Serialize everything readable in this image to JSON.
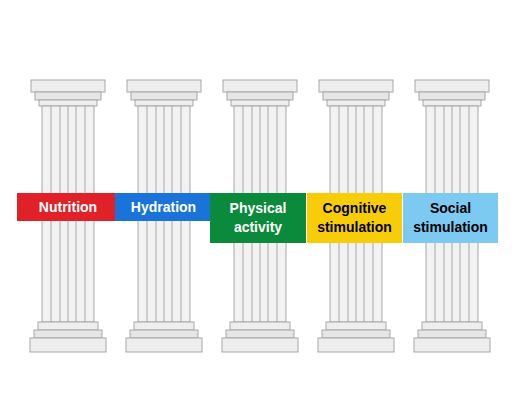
{
  "diagram": {
    "nodes": [
      {
        "text": [
          "Nutrition"
        ]
      },
      {
        "text": [
          "Hydration"
        ]
      },
      {
        "text": [
          "Physical activity"
        ]
      },
      {
        "text": [
          "Cognitive stimulation"
        ]
      },
      {
        "text": [
          "Social stimulation"
        ]
      }
    ]
  }
}
